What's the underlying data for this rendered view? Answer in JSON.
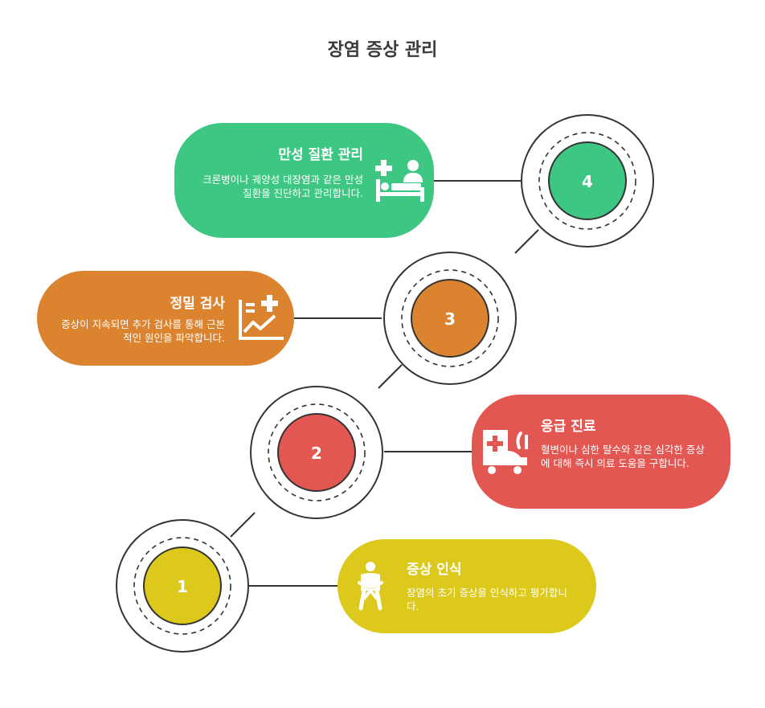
{
  "title": "장염 증상 관리",
  "colors": {
    "green": "#3dc783",
    "orange": "#dc832f",
    "red": "#e25752",
    "yellow": "#dcc91c",
    "line": "#333333"
  },
  "steps": [
    {
      "number": "1",
      "title": "증상 인식",
      "description": "장염의 초기 증상을 인식하고 평가합니다.",
      "icon": "person-abdominal-pain-icon",
      "color": "#dcc91c"
    },
    {
      "number": "2",
      "title": "응급 진료",
      "description": "혈변이나 심한 탈수와 같은 심각한 증상에 대해 즉시 의료 도움을 구합니다.",
      "icon": "ambulance-icon",
      "color": "#e25752"
    },
    {
      "number": "3",
      "title": "정밀 검사",
      "description": "증상이 지속되면 추가 검사를 통해 근본적인 원인을 파악합니다.",
      "icon": "chart-plus-icon",
      "color": "#dc832f"
    },
    {
      "number": "4",
      "title": "만성 질환 관리",
      "description": "크론병이나 궤양성 대장염과 같은 만성 질환을 진단하고 관리합니다.",
      "icon": "hospital-bed-icon",
      "color": "#3dc783"
    }
  ]
}
